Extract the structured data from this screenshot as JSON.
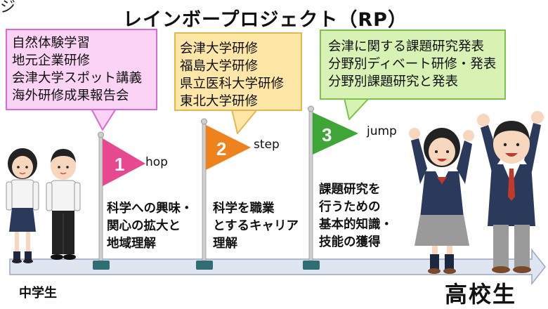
{
  "corner_glyph": "ジ",
  "title": "レインボープロジェクト（RP）",
  "bubbles": [
    {
      "lines": [
        "自然体験学習",
        "地元企業研修",
        "会津大学スポット講義",
        "海外研修成果報告会"
      ]
    },
    {
      "lines": [
        "会津大学研修",
        "福島大学研修",
        "県立医科大学研修",
        "東北大学研修"
      ]
    },
    {
      "lines": [
        "会津に関する課題研究発表",
        "分野別ディベート研修・発表",
        "分野別課題研究と発表"
      ]
    }
  ],
  "flags": [
    {
      "number": "1",
      "word": "hop",
      "color": "#e8488f"
    },
    {
      "number": "2",
      "word": "step",
      "color": "#f0821e"
    },
    {
      "number": "3",
      "word": "jump",
      "color": "#3da637"
    }
  ],
  "stages": [
    {
      "lines": [
        "科学への興味・",
        "関心の拡大と",
        "地域理解"
      ]
    },
    {
      "lines": [
        "科学を職業",
        "とするキャリア",
        "理解"
      ]
    },
    {
      "lines": [
        "課題研究を",
        "行うための",
        "基本的知識・",
        "技能の獲得"
      ]
    }
  ],
  "axis": {
    "start_label": "中学生",
    "end_label": "高校生"
  },
  "colors": {
    "arrow": "#dfe5f1",
    "arrow_stroke": "#9aa6c0",
    "pole": "#cfcfcf",
    "base": "#2f6e72"
  }
}
